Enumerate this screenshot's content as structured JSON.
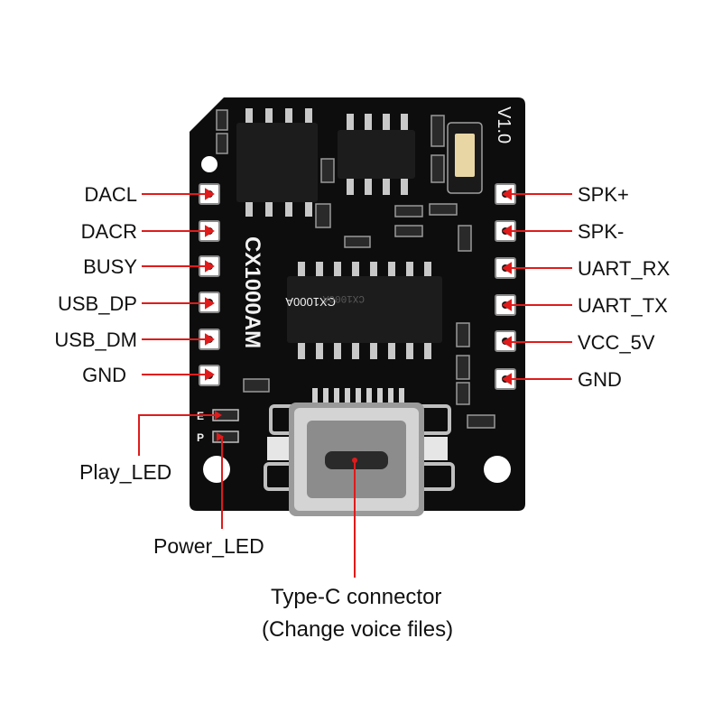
{
  "board": {
    "name": "CX1000AM",
    "version": "V1.0",
    "chip_marking_1": "CX1000A",
    "chip_marking_2": "CX1000A",
    "silk_e": "E",
    "silk_p": "P"
  },
  "pins_left": [
    "DACL",
    "DACR",
    "BUSY",
    "USB_DP",
    "USB_DM",
    "GND"
  ],
  "pins_right": [
    "SPK+",
    "SPK-",
    "UART_RX",
    "UART_TX",
    "VCC_5V",
    "GND"
  ],
  "callouts": {
    "play_led": "Play_LED",
    "power_led": "Power_LED",
    "typec_line1": "Type-C connector",
    "typec_line2": "(Change voice files)"
  },
  "colors": {
    "pcb": "#0d0d0d",
    "leader": "#e01b1b",
    "silk": "#f2f2f2",
    "chip": "#1c1c1c",
    "pad": "#c8c8c8"
  }
}
